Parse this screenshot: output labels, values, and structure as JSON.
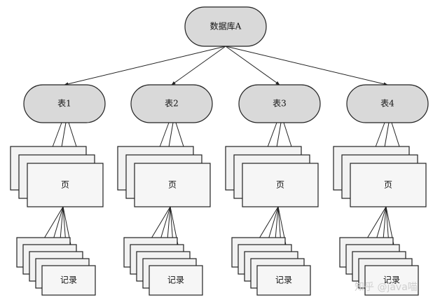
{
  "database": {
    "label": "数据库A"
  },
  "tables": [
    {
      "label": "表1"
    },
    {
      "label": "表2"
    },
    {
      "label": "表3"
    },
    {
      "label": "表4"
    }
  ],
  "page_label": "页",
  "record_label": "记录",
  "watermark": "知乎 @java喵",
  "colors": {
    "node_fill": "#d9d9d9",
    "box_fill": "#f2f2f2",
    "stroke": "#222222"
  }
}
